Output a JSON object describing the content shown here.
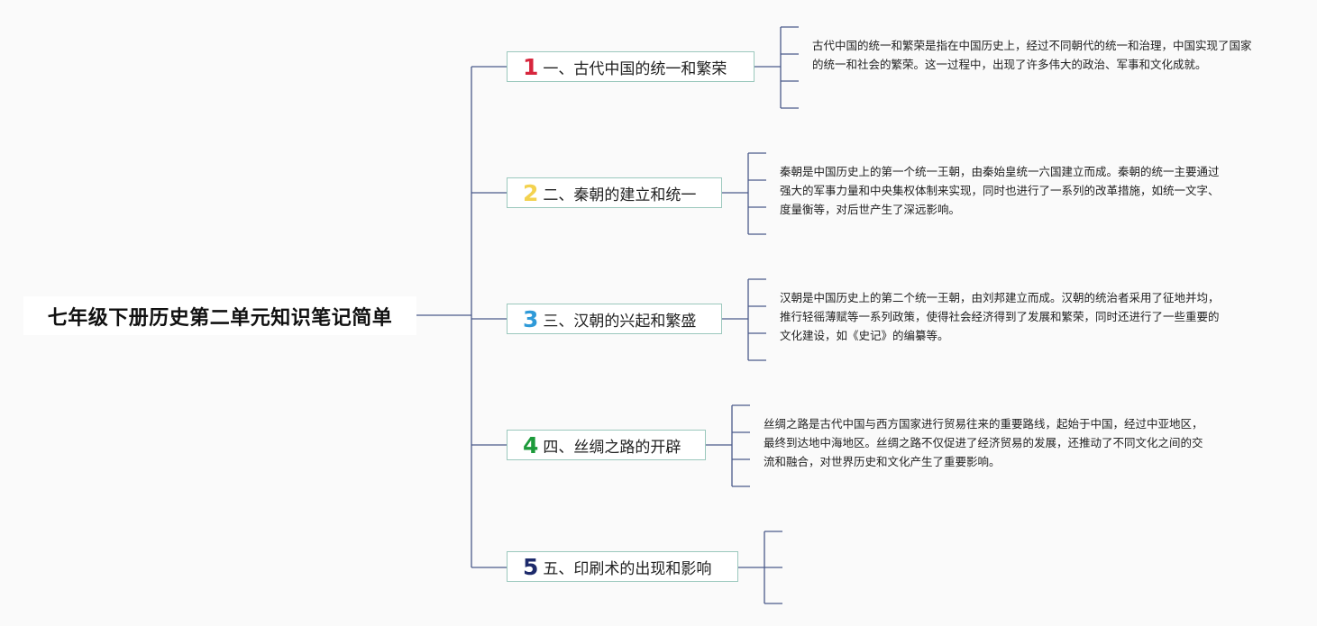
{
  "root": {
    "title": "七年级下册历史第二单元知识笔记简单"
  },
  "colors": {
    "line": "#4a5a8a",
    "topic_border": "#9bc8bd",
    "num_1": "#d7263d",
    "num_2": "#f3d24f",
    "num_3": "#2f9ad8",
    "num_4": "#1c9a3a",
    "num_5": "#1d2a6b"
  },
  "topics": [
    {
      "number": "1",
      "label": "一、古代中国的统一和繁荣",
      "description": "古代中国的统一和繁荣是指在中国历史上，经过不同朝代的统一和治理，中国实现了国家的统一和社会的繁荣。这一过程中，出现了许多伟大的政治、军事和文化成就。"
    },
    {
      "number": "2",
      "label": "二、秦朝的建立和统一",
      "description": "秦朝是中国历史上的第一个统一王朝，由秦始皇统一六国建立而成。秦朝的统一主要通过强大的军事力量和中央集权体制来实现，同时也进行了一系列的改革措施，如统一文字、度量衡等，对后世产生了深远影响。"
    },
    {
      "number": "3",
      "label": "三、汉朝的兴起和繁盛",
      "description": "汉朝是中国历史上的第二个统一王朝，由刘邦建立而成。汉朝的统治者采用了征地并均，推行轻徭薄赋等一系列政策，使得社会经济得到了发展和繁荣，同时还进行了一些重要的文化建设，如《史记》的编纂等。"
    },
    {
      "number": "4",
      "label": "四、丝绸之路的开辟",
      "description": "丝绸之路是古代中国与西方国家进行贸易往来的重要路线，起始于中国，经过中亚地区，最终到达地中海地区。丝绸之路不仅促进了经济贸易的发展，还推动了不同文化之间的交流和融合，对世界历史和文化产生了重要影响。"
    },
    {
      "number": "5",
      "label": "五、印刷术的出现和影响",
      "description": ""
    }
  ]
}
